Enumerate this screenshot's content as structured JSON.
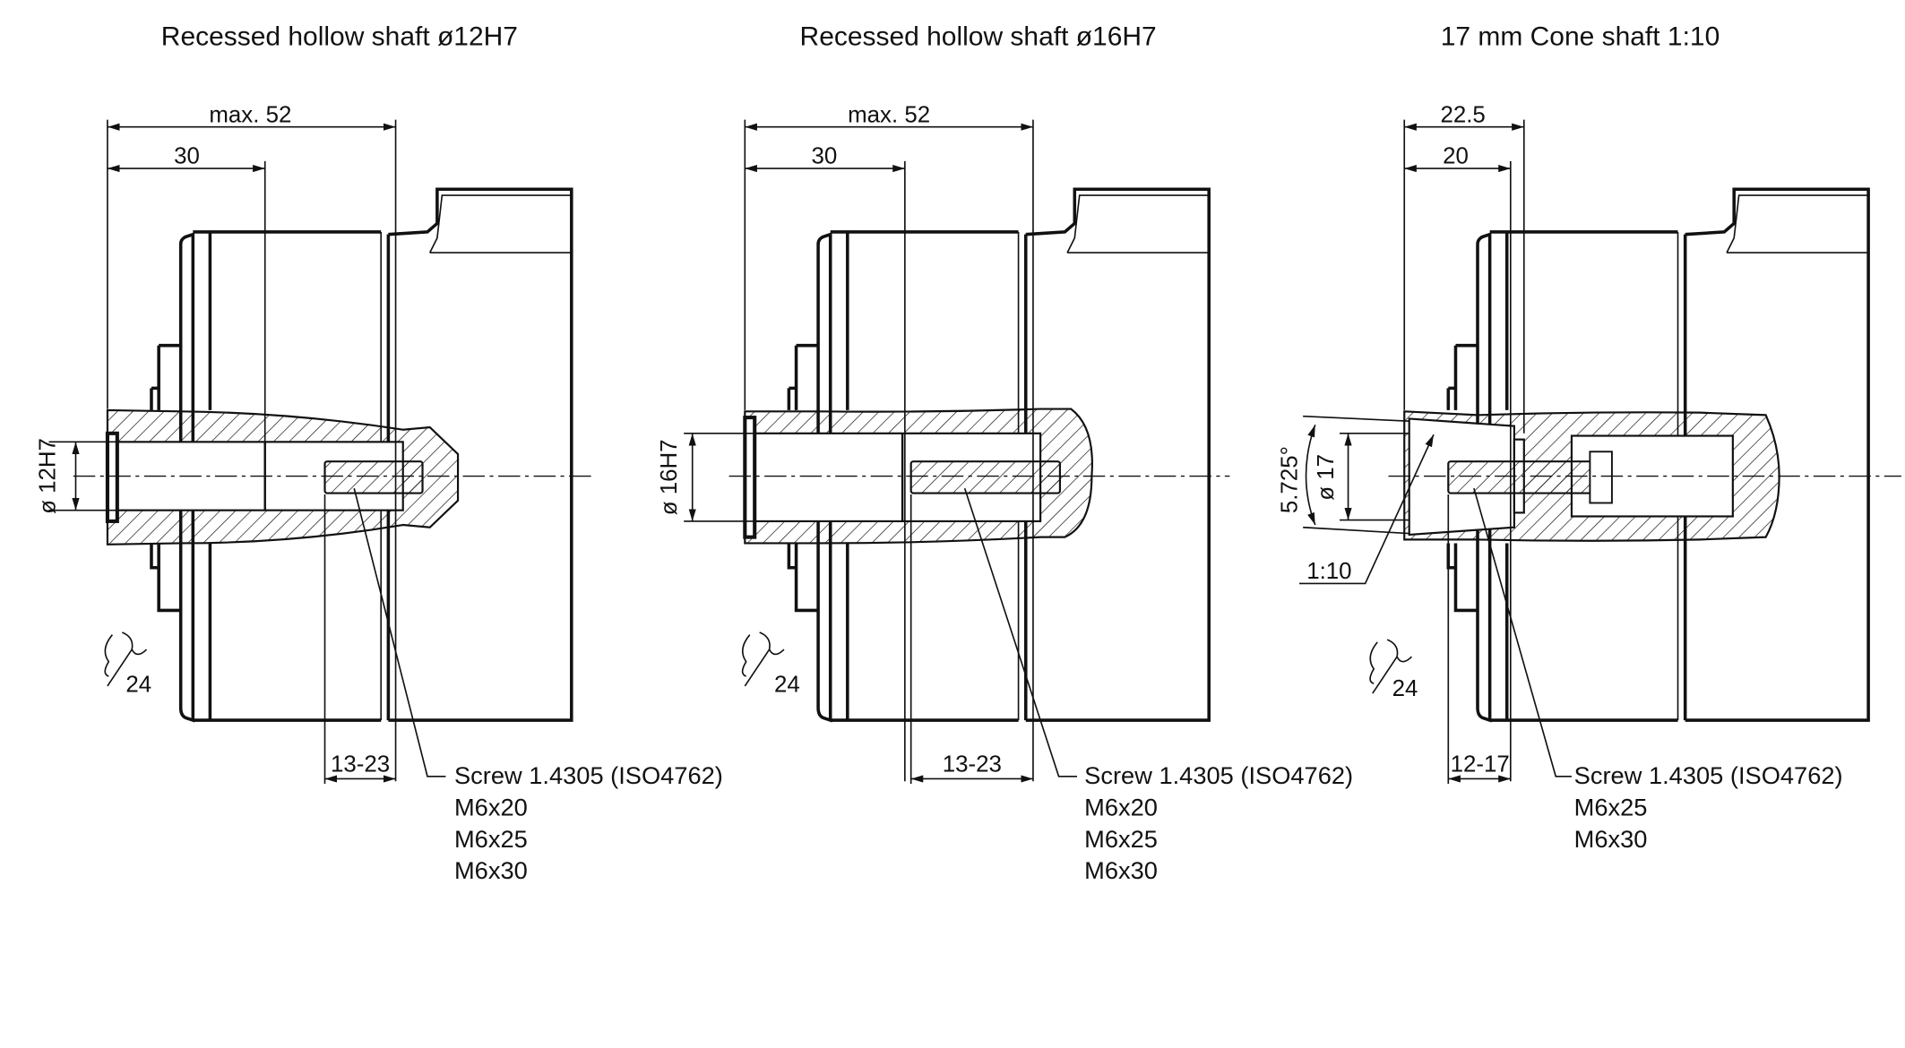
{
  "panels": [
    {
      "title": "Recessed hollow shaft ø12H7",
      "dim_overall": "max. 52",
      "dim_inner": "30",
      "dim_diameter": "ø 12H7",
      "wrench_size": "24",
      "dim_screw_range": "13-23",
      "screw_label": "Screw 1.4305 (ISO4762)",
      "screw_sizes": [
        "M6x20",
        "M6x25",
        "M6x30"
      ]
    },
    {
      "title": "Recessed hollow shaft ø16H7",
      "dim_overall": "max. 52",
      "dim_inner": "30",
      "dim_diameter": "ø 16H7",
      "wrench_size": "24",
      "dim_screw_range": "13-23",
      "screw_label": "Screw 1.4305 (ISO4762)",
      "screw_sizes": [
        "M6x20",
        "M6x25",
        "M6x30"
      ]
    },
    {
      "title": "17 mm Cone shaft 1:10",
      "dim_overall": "22.5",
      "dim_inner": "20",
      "dim_diameter": "ø 17",
      "dim_angle": "5.725°",
      "taper_label": "1:10",
      "wrench_size": "24",
      "dim_screw_range": "12-17",
      "screw_label": "Screw 1.4305 (ISO4762)",
      "screw_sizes": [
        "M6x25",
        "M6x30"
      ]
    }
  ]
}
